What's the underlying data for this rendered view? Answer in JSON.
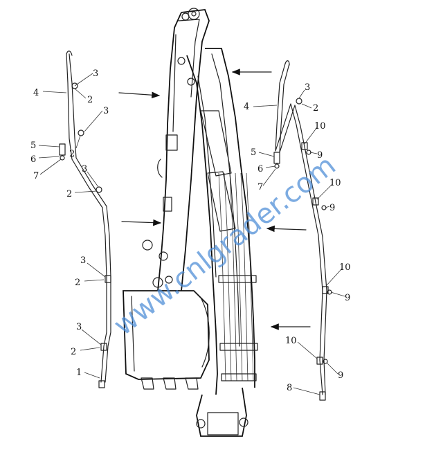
{
  "watermark": "www.cnlgrader.com",
  "labels": {
    "l1": "1",
    "l2": "2",
    "l3": "3",
    "l4": "4",
    "l5": "5",
    "l6": "6",
    "l7": "7",
    "l8": "8",
    "l9": "9",
    "l10": "10"
  }
}
